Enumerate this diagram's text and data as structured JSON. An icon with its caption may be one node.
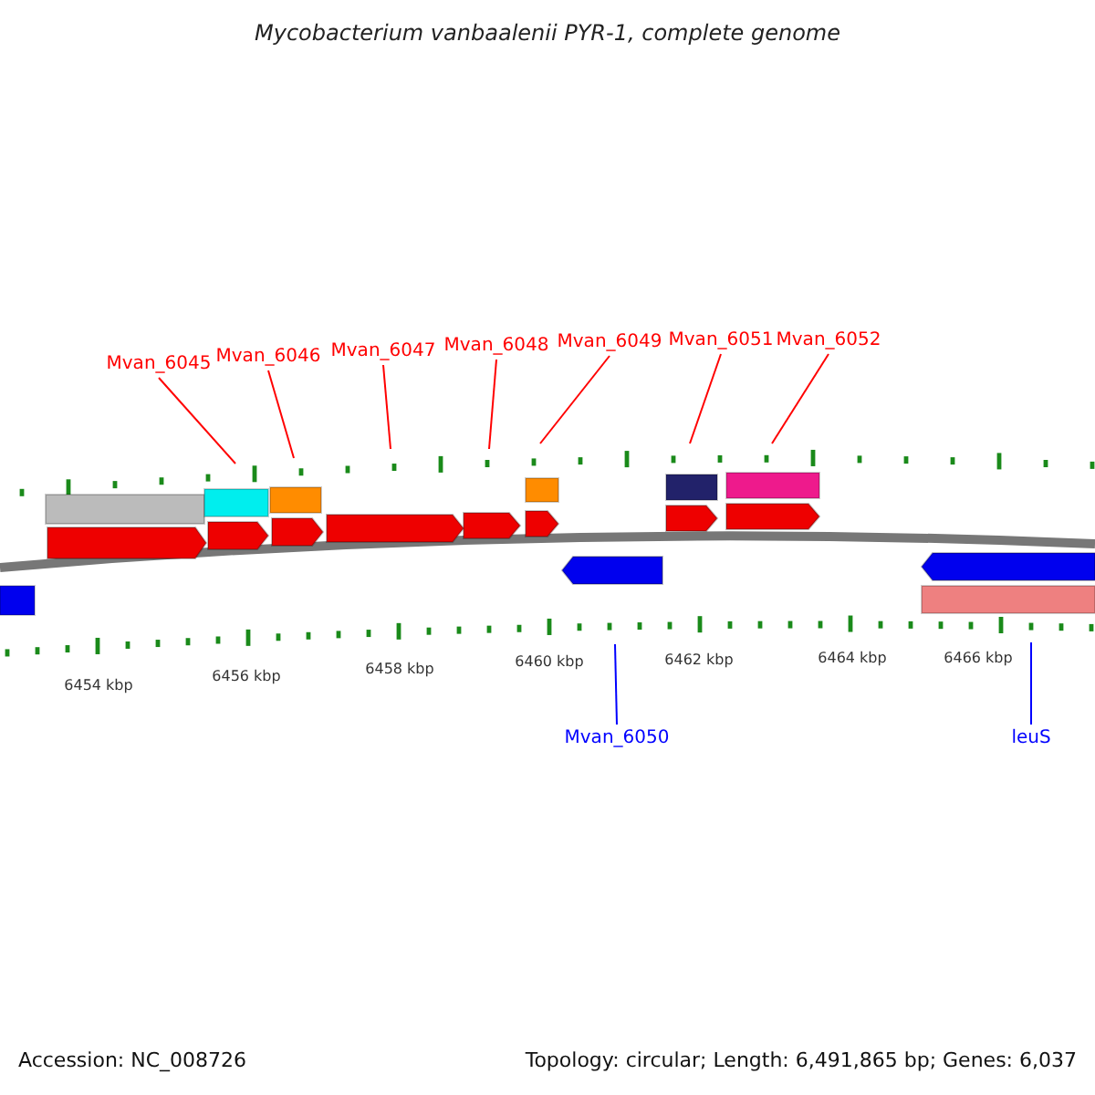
{
  "diagram": {
    "title": "Mycobacterium vanbaalenii PYR-1, complete genome",
    "nodes": [
      {
        "text": [
          "Mvan_6045"
        ]
      },
      {
        "text": [
          "Mvan_6046"
        ]
      },
      {
        "text": [
          "Mvan_6047"
        ]
      },
      {
        "text": [
          "Mvan_6048"
        ]
      },
      {
        "text": [
          "Mvan_6049"
        ]
      },
      {
        "text": [
          "Mvan_6051"
        ]
      },
      {
        "text": [
          "Mvan_6052"
        ]
      },
      {
        "text": [
          "Mvan_6050"
        ]
      },
      {
        "text": [
          "leuS"
        ]
      }
    ],
    "edges": [
      {
        "from": 0,
        "to": null,
        "arrow": "none"
      },
      {
        "from": 1,
        "to": null,
        "arrow": "none"
      },
      {
        "from": 2,
        "to": null,
        "arrow": "none"
      },
      {
        "from": 3,
        "to": null,
        "arrow": "none"
      },
      {
        "from": 4,
        "to": null,
        "arrow": "none"
      },
      {
        "from": 5,
        "to": null,
        "arrow": "none"
      },
      {
        "from": 6,
        "to": null,
        "arrow": "none"
      },
      {
        "from": 7,
        "to": null,
        "arrow": "none",
        "color": "#0000ff"
      },
      {
        "from": 8,
        "to": null,
        "arrow": "none",
        "color": "#0000ff"
      }
    ],
    "labels": [
      "6454 kbp",
      "6456 kbp",
      "6458 kbp",
      "6460 kbp",
      "6462 kbp",
      "6464 kbp",
      "6466 kbp",
      "Accession: NC_008726",
      "Topology: circular; Length: 6,491,865 bp; Genes: 6,037"
    ]
  }
}
